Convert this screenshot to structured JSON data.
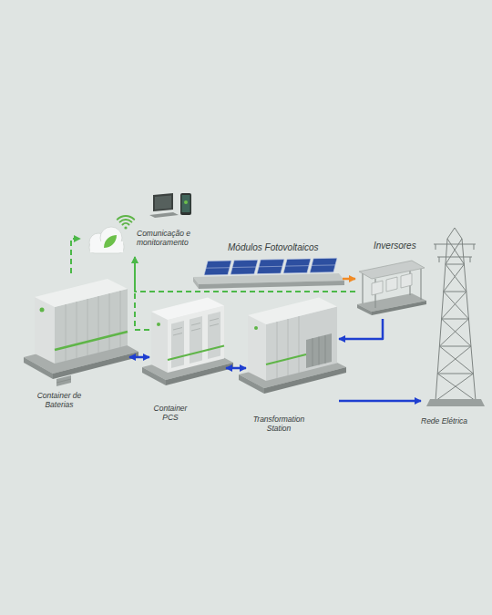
{
  "diagram": {
    "nodes": [
      {
        "text": [
          "Comunicação e monitoramento"
        ]
      },
      {
        "text": [
          "Módulos Fotovoltaicos"
        ]
      },
      {
        "text": [
          "Inversores"
        ]
      },
      {
        "text": [
          "Container de Baterias"
        ]
      },
      {
        "text": [
          "Container PCS"
        ]
      },
      {
        "text": [
          "Transformation Station"
        ]
      },
      {
        "text": [
          "Rede Elétrica"
        ]
      }
    ],
    "edges": [
      {
        "from": 1,
        "to": 2,
        "arrow": "to"
      },
      {
        "from": 2,
        "to": 5,
        "arrow": "to"
      },
      {
        "from": 3,
        "to": 4,
        "arrow": "both"
      },
      {
        "from": 4,
        "to": 5,
        "arrow": "both"
      },
      {
        "from": 5,
        "to": 6,
        "arrow": "to"
      },
      {
        "from": 3,
        "to": 0,
        "arrow": "to"
      },
      {
        "from": 4,
        "to": 0,
        "arrow": "to"
      },
      {
        "from": 2,
        "to": 0,
        "arrow": "to"
      }
    ]
  }
}
